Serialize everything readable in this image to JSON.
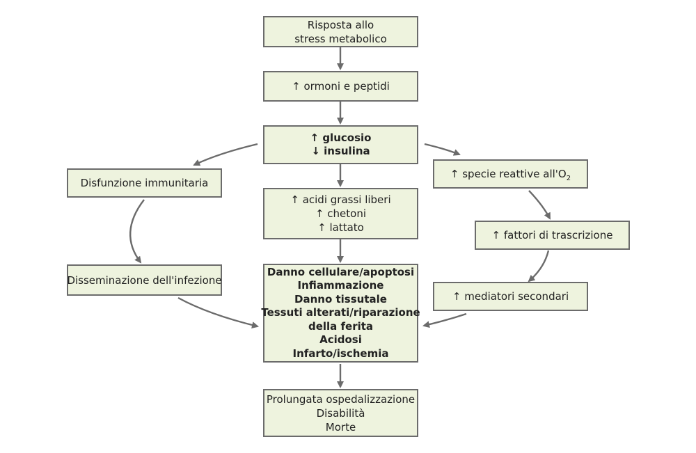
{
  "nodes": {
    "stress": {
      "lines": [
        "Risposta allo",
        "stress metabolico"
      ]
    },
    "ormoni": {
      "lines": [
        "↑ ormoni e peptidi"
      ]
    },
    "glucosio": {
      "lines": [
        "↑  glucosio",
        "↓ insulina"
      ]
    },
    "disfunzione": {
      "lines": [
        "Disfunzione immunitaria"
      ]
    },
    "acidi": {
      "lines": [
        "↑ acidi grassi liberi",
        "↑ chetoni",
        "↑ lattato"
      ]
    },
    "specie": {
      "text": "↑ specie reattive all'O",
      "subscript": "2"
    },
    "fattori": {
      "lines": [
        "↑ fattori di trascrizione"
      ]
    },
    "disseminazione": {
      "lines": [
        "Disseminazione dell'infezione"
      ]
    },
    "danno": {
      "lines": [
        "Danno cellulare/apoptosi",
        "Infiammazione",
        "Danno tissutale",
        "Tessuti alterati/riparazione",
        "della ferita",
        "Acidosi",
        "Infarto/ischemia"
      ]
    },
    "mediatori": {
      "lines": [
        "↑ mediatori secondari"
      ]
    },
    "esiti": {
      "lines": [
        "Prolungata ospedalizzazione",
        "Disabilità",
        "Morte"
      ]
    }
  },
  "colors": {
    "box_fill": "#eef3de",
    "box_border": "#6b6b6b",
    "arrow": "#6b6b6b"
  }
}
